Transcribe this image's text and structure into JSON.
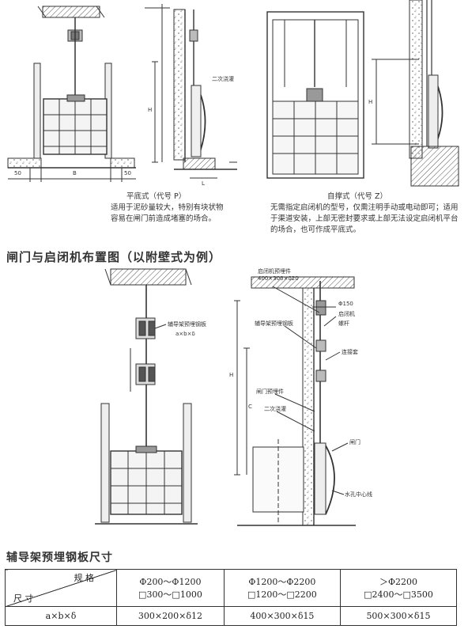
{
  "top_left": {
    "dim_50_left": "50",
    "dim_B": "B",
    "dim_50_right": "50",
    "caption_title": "平底式（代号 P）",
    "caption_body": "适用于泥砂量较大，特别有块状物容易在闸门前造成堵塞的场合。"
  },
  "top_middle": {
    "dim_H": "H",
    "callout": "二次浇灌",
    "dim_L": "L"
  },
  "top_right": {
    "dim_H": "H",
    "caption_title": "自撑式（代号 Z）",
    "caption_body": "无需指定启闭机的型号，仅需注明手动或电动即可；适用于渠道安装，上部无密封要求或上部无法设定启闭机平台的场合，也可作成平底式。"
  },
  "section_heading": "闸门与启闭机布置图（以附壁式为例）",
  "bottom_left": {
    "callout_title": "辅导架预埋钢板",
    "callout_dim": "a×b×δ"
  },
  "bottom_right": {
    "label_plate_top": "启闭机预埋件",
    "label_plate_size": "400×300×δ20",
    "label_phi": "Φ150",
    "label_hoist": "启闭机",
    "label_stem": "螺杆",
    "label_guide_plate": "辅导架预埋钢板",
    "label_coupling": "连接套",
    "label_gate_plate": "闸门预埋件",
    "label_grout": "二次浇灌",
    "label_gate": "闸门",
    "label_hole": "水孔中心线",
    "dim_H": "H",
    "dim_C": "C"
  },
  "table": {
    "title": "辅导架预埋钢板尺寸",
    "header_spec": "规 格",
    "header_size": "尺 寸",
    "columns": [
      {
        "line1": "Φ200～Φ1200",
        "line2": "□300～□1000"
      },
      {
        "line1": "Φ1200～Φ2200",
        "line2": "□1200～□2200"
      },
      {
        "line1": "＞Φ2200",
        "line2": "□2400～□3500"
      }
    ],
    "row_label": "a×b×δ",
    "row_values": [
      "300×200×δ12",
      "400×300×δ15",
      "500×300×δ15"
    ]
  }
}
